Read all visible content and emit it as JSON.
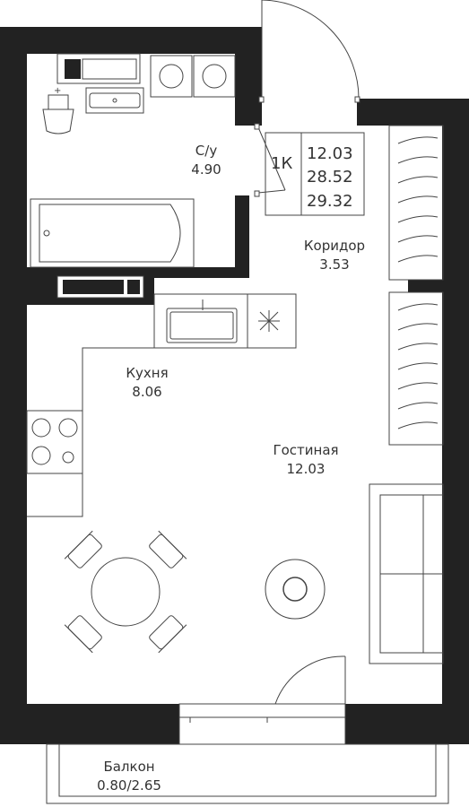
{
  "info_box": {
    "apartment_type": "1К",
    "living_area": "12.03",
    "total_area": "28.52",
    "total_area_with_balcony": "29.32"
  },
  "rooms": {
    "bathroom": {
      "name": "С/у",
      "area": "4.90"
    },
    "corridor": {
      "name": "Коридор",
      "area": "3.53"
    },
    "kitchen": {
      "name": "Кухня",
      "area": "8.06"
    },
    "living_room": {
      "name": "Гостиная",
      "area": "12.03"
    },
    "balcony": {
      "name": "Балкон",
      "area": "0.80/2.65"
    }
  },
  "colors": {
    "wall": "#222222",
    "furniture_line": "#444444",
    "text": "#333333"
  }
}
